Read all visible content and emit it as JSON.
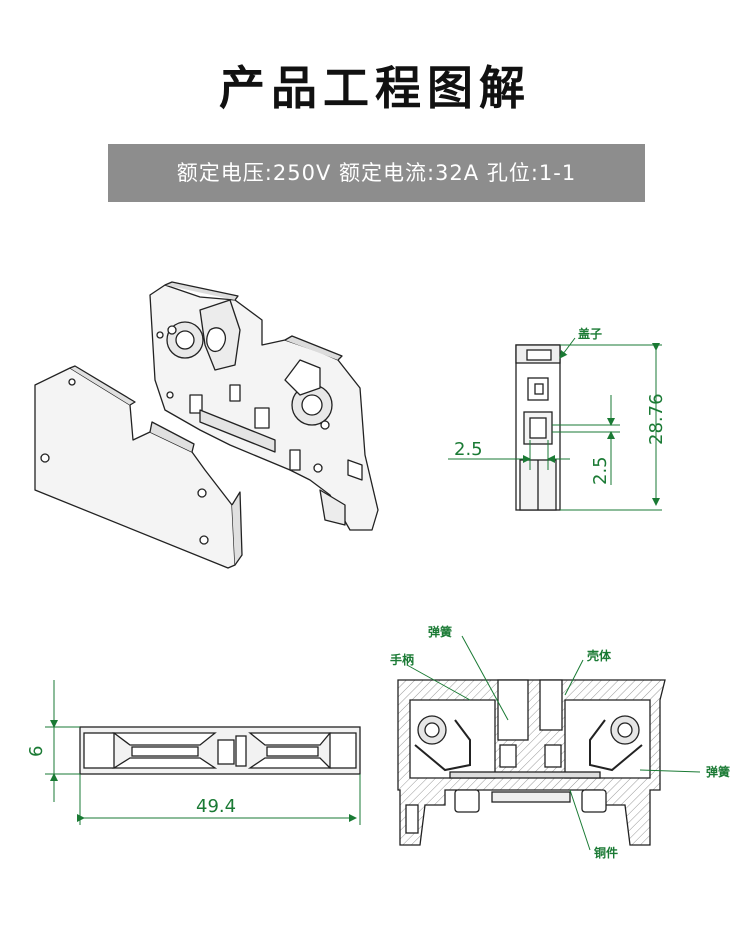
{
  "title": "产品工程图解",
  "spec_banner": "额定电压:250V 额定电流:32A 孔位:1-1",
  "side_view": {
    "label_cover": "盖子",
    "dim_width": "2.5",
    "dim_small": "2.5",
    "dim_height": "28.76"
  },
  "top_view": {
    "dim_thickness": "6",
    "dim_length": "49.4"
  },
  "section_view": {
    "label_spring_top": "弹簧",
    "label_handle": "手柄",
    "label_housing": "壳体",
    "label_spring_right": "弹簧",
    "label_copper": "铜件"
  },
  "colors": {
    "dimension": "#1a7a34",
    "banner": "#8d8d8d",
    "line": "#222222"
  }
}
